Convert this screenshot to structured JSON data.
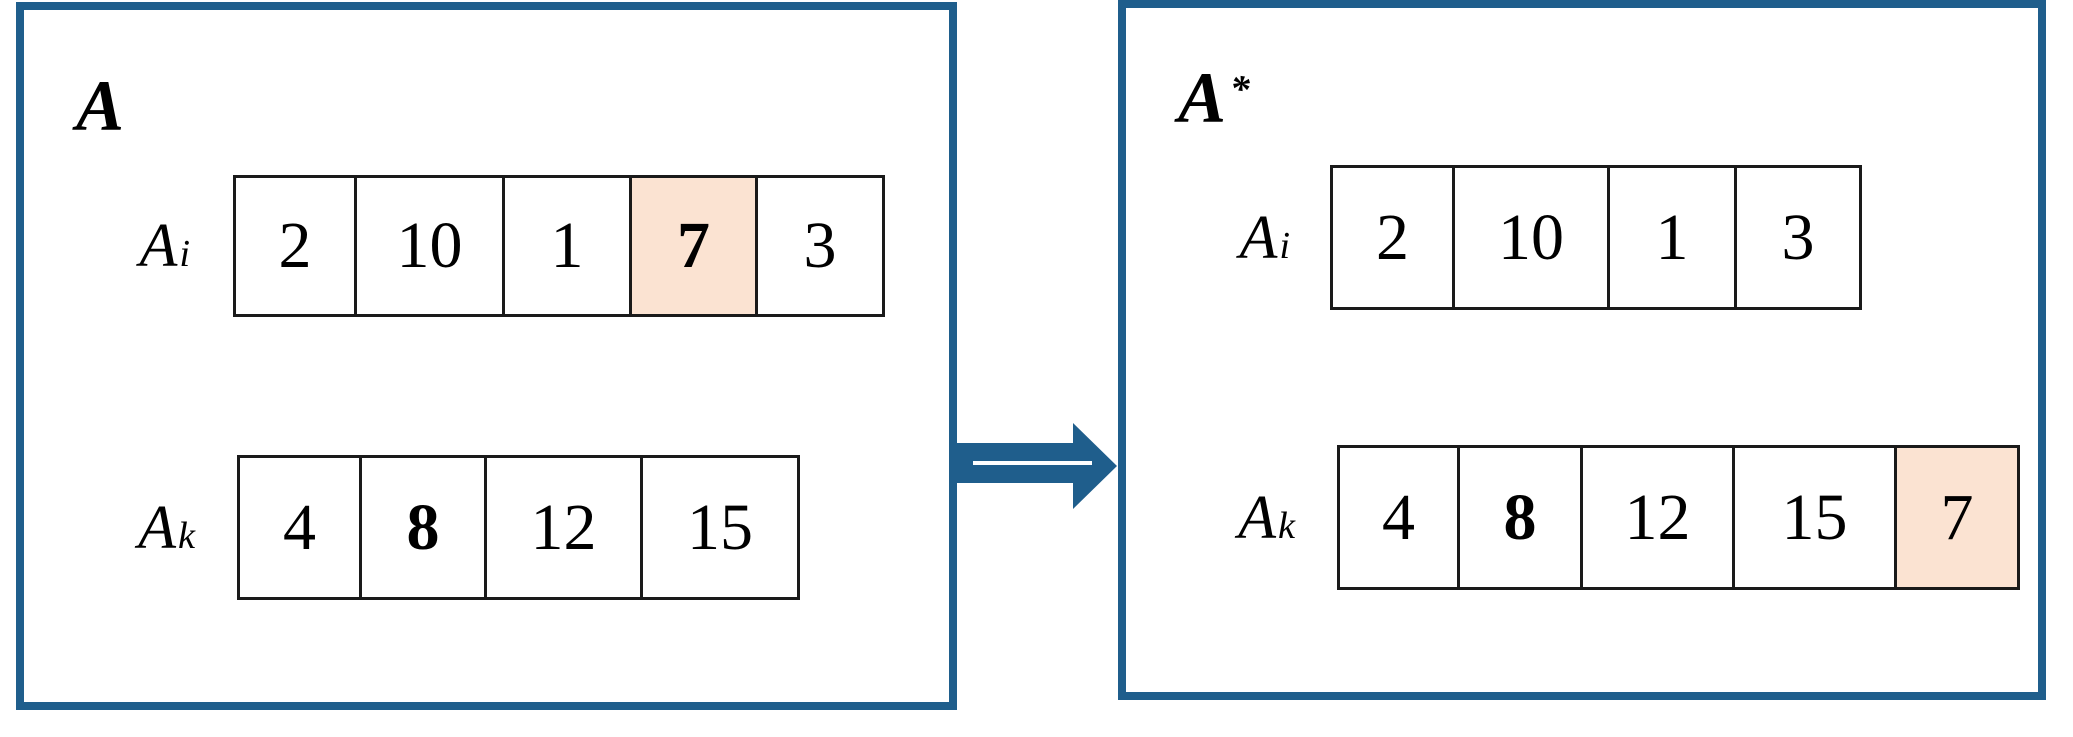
{
  "colors": {
    "panel_border": "#1f5e8c",
    "cell_border": "#1a1a1a",
    "highlight_fill": "#fbe3d2",
    "arrow_fill": "#1f5e8c",
    "arrow_slit": "#ffffff",
    "background": "#ffffff",
    "text": "#000000"
  },
  "arrow": {
    "icon": "arrow-right-icon",
    "direction": "right"
  },
  "left_panel": {
    "title": "A",
    "rows": [
      {
        "label": {
          "base": "A",
          "sub": "i"
        },
        "cells": [
          {
            "value": "2",
            "bold": false,
            "highlight": false
          },
          {
            "value": "10",
            "bold": false,
            "highlight": false
          },
          {
            "value": "1",
            "bold": false,
            "highlight": false
          },
          {
            "value": "7",
            "bold": true,
            "highlight": true
          },
          {
            "value": "3",
            "bold": false,
            "highlight": false
          }
        ]
      },
      {
        "label": {
          "base": "A",
          "sub": "k"
        },
        "cells": [
          {
            "value": "4",
            "bold": false,
            "highlight": false
          },
          {
            "value": "8",
            "bold": true,
            "highlight": false
          },
          {
            "value": "12",
            "bold": false,
            "highlight": false
          },
          {
            "value": "15",
            "bold": false,
            "highlight": false
          }
        ]
      }
    ]
  },
  "right_panel": {
    "title": "A",
    "title_superscript": "*",
    "rows": [
      {
        "label": {
          "base": "A",
          "sub": "i"
        },
        "cells": [
          {
            "value": "2",
            "bold": false,
            "highlight": false
          },
          {
            "value": "10",
            "bold": false,
            "highlight": false
          },
          {
            "value": "1",
            "bold": false,
            "highlight": false
          },
          {
            "value": "3",
            "bold": false,
            "highlight": false
          }
        ]
      },
      {
        "label": {
          "base": "A",
          "sub": "k"
        },
        "cells": [
          {
            "value": "4",
            "bold": false,
            "highlight": false
          },
          {
            "value": "8",
            "bold": true,
            "highlight": false
          },
          {
            "value": "12",
            "bold": false,
            "highlight": false
          },
          {
            "value": "15",
            "bold": false,
            "highlight": false
          },
          {
            "value": "7",
            "bold": false,
            "highlight": true
          }
        ]
      }
    ]
  }
}
